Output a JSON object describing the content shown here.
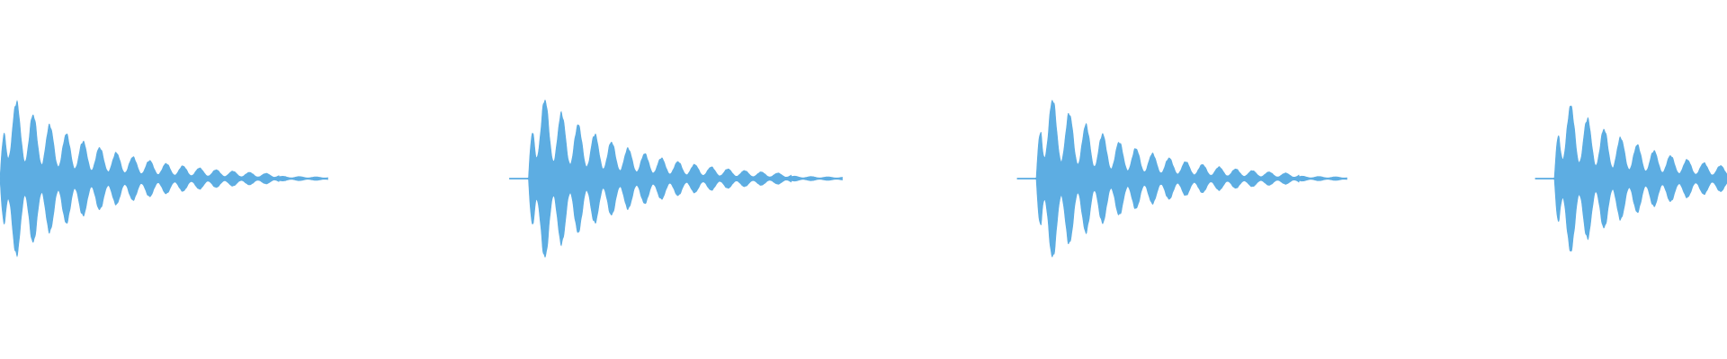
{
  "waveform": {
    "color": "#5dade2",
    "background": "#ffffff",
    "bursts": [
      {
        "start_ratio": 0.0,
        "end_ratio": 0.19,
        "peak": 0.96,
        "lead_in": false
      },
      {
        "start_ratio": 0.295,
        "end_ratio": 0.488,
        "peak": 1.0,
        "lead_in": true
      },
      {
        "start_ratio": 0.589,
        "end_ratio": 0.78,
        "peak": 1.0,
        "lead_in": true
      },
      {
        "start_ratio": 0.889,
        "end_ratio": 1.0,
        "peak": 0.92,
        "lead_in": true
      }
    ]
  }
}
